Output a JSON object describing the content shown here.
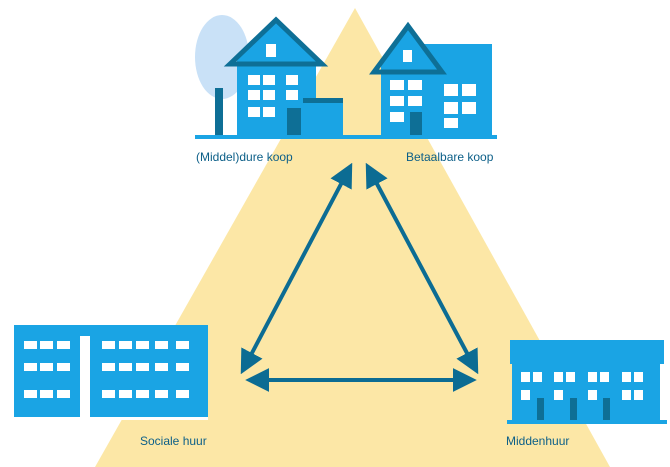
{
  "labels": {
    "middel_dure_koop": "(Middel)dure koop",
    "betaalbare_koop": "Betaalbare koop",
    "sociale_huur": "Sociale huur",
    "middenhuur": "Middenhuur"
  },
  "colors": {
    "triangle": "#fce7a6",
    "building": "#1aa4e4",
    "building_dark": "#0e6f96",
    "window": "#ffffff",
    "tree": "#c9e1f7",
    "arrow": "#0c6c93",
    "text": "#0c5f88"
  },
  "icons": {
    "house_detached": "detached-house-icon",
    "house_semi": "semi-detached-house-icon",
    "apartment_block": "apartment-block-icon",
    "row_houses": "row-houses-icon",
    "arrow": "double-headed-arrow-icon"
  }
}
